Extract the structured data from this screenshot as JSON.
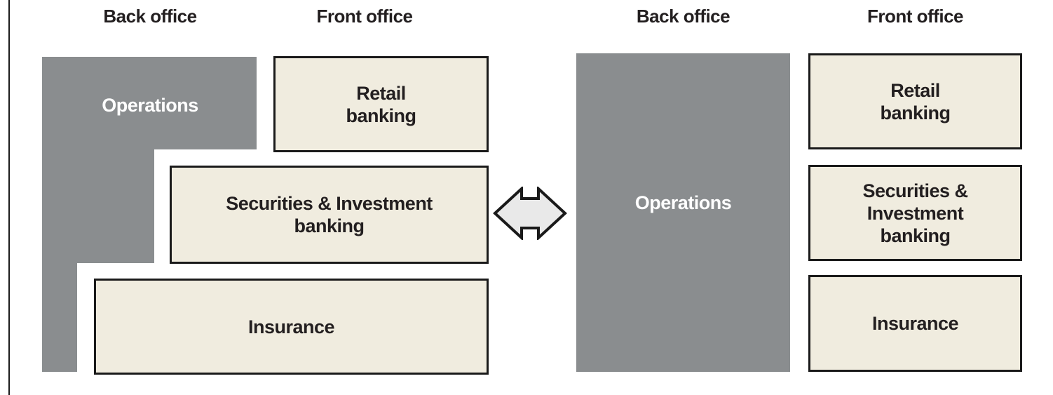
{
  "colors": {
    "operations_fill": "#8a8d8f",
    "operations_text": "#ffffff",
    "box_fill": "#f0ecdf",
    "box_border": "#1a1a1a",
    "label_text": "#231f20",
    "arrow_fill": "#e9e9e9",
    "frame_rule": "#1c1c1c"
  },
  "left_panel": {
    "back_office_header": "Back office",
    "front_office_header": "Front office",
    "operations_label": "Operations",
    "retail_lines": [
      "Retail",
      "banking"
    ],
    "securities_lines": [
      "Securities & Investment",
      "banking"
    ],
    "insurance_lines": [
      "Insurance"
    ]
  },
  "right_panel": {
    "back_office_header": "Back office",
    "front_office_header": "Front office",
    "operations_label": "Operations",
    "retail_lines": [
      "Retail",
      "banking"
    ],
    "securities_lines": [
      "Securities &",
      "Investment",
      "banking"
    ],
    "insurance_lines": [
      "Insurance"
    ]
  }
}
